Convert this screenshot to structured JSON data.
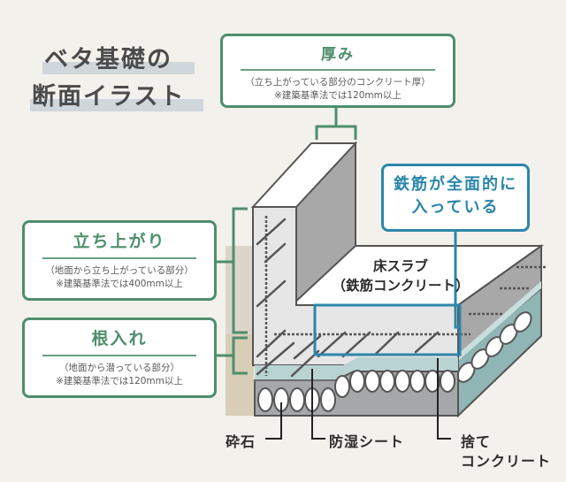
{
  "title": {
    "line1": "ベタ基礎の",
    "line2": "断面イラスト"
  },
  "callouts": {
    "thickness": {
      "heading": "厚み",
      "description": "（立ち上がっている部分のコンクリート厚）",
      "note": "※建築基準法では120mm以上"
    },
    "rising": {
      "heading": "立ち上がり",
      "description": "（地面から立ち上がっている部分）",
      "note": "※建築基準法では400mm以上"
    },
    "embedment": {
      "heading": "根入れ",
      "description": "（地面から潜っている部分）",
      "note": "※建築基準法では120mm以上"
    },
    "rebar": {
      "line1": "鉄筋が全面的に",
      "line2": "入っている"
    }
  },
  "labels": {
    "slab_line1": "床スラブ",
    "slab_line2": "（鉄筋コンクリート）",
    "crushed_stone": "砕石",
    "moisture_sheet": "防湿シート",
    "lean_concrete_line1": "捨て",
    "lean_concrete_line2": "コンクリート"
  },
  "colors": {
    "background": "#f3f1eb",
    "callout_green": "#4e8e6c",
    "callout_blue": "#2c86a9",
    "concrete_light": "#e6e6e6",
    "concrete_shadow": "#a8a8a8",
    "gravel_layer": "#a6a7a9",
    "moisture_sheet": "#b9d3d2",
    "side_teal": "#8fb5b4",
    "ground_upper": "#dcd5cb",
    "ground_lower": "#d8ceb8",
    "title_highlight": "#cfd6dc"
  }
}
